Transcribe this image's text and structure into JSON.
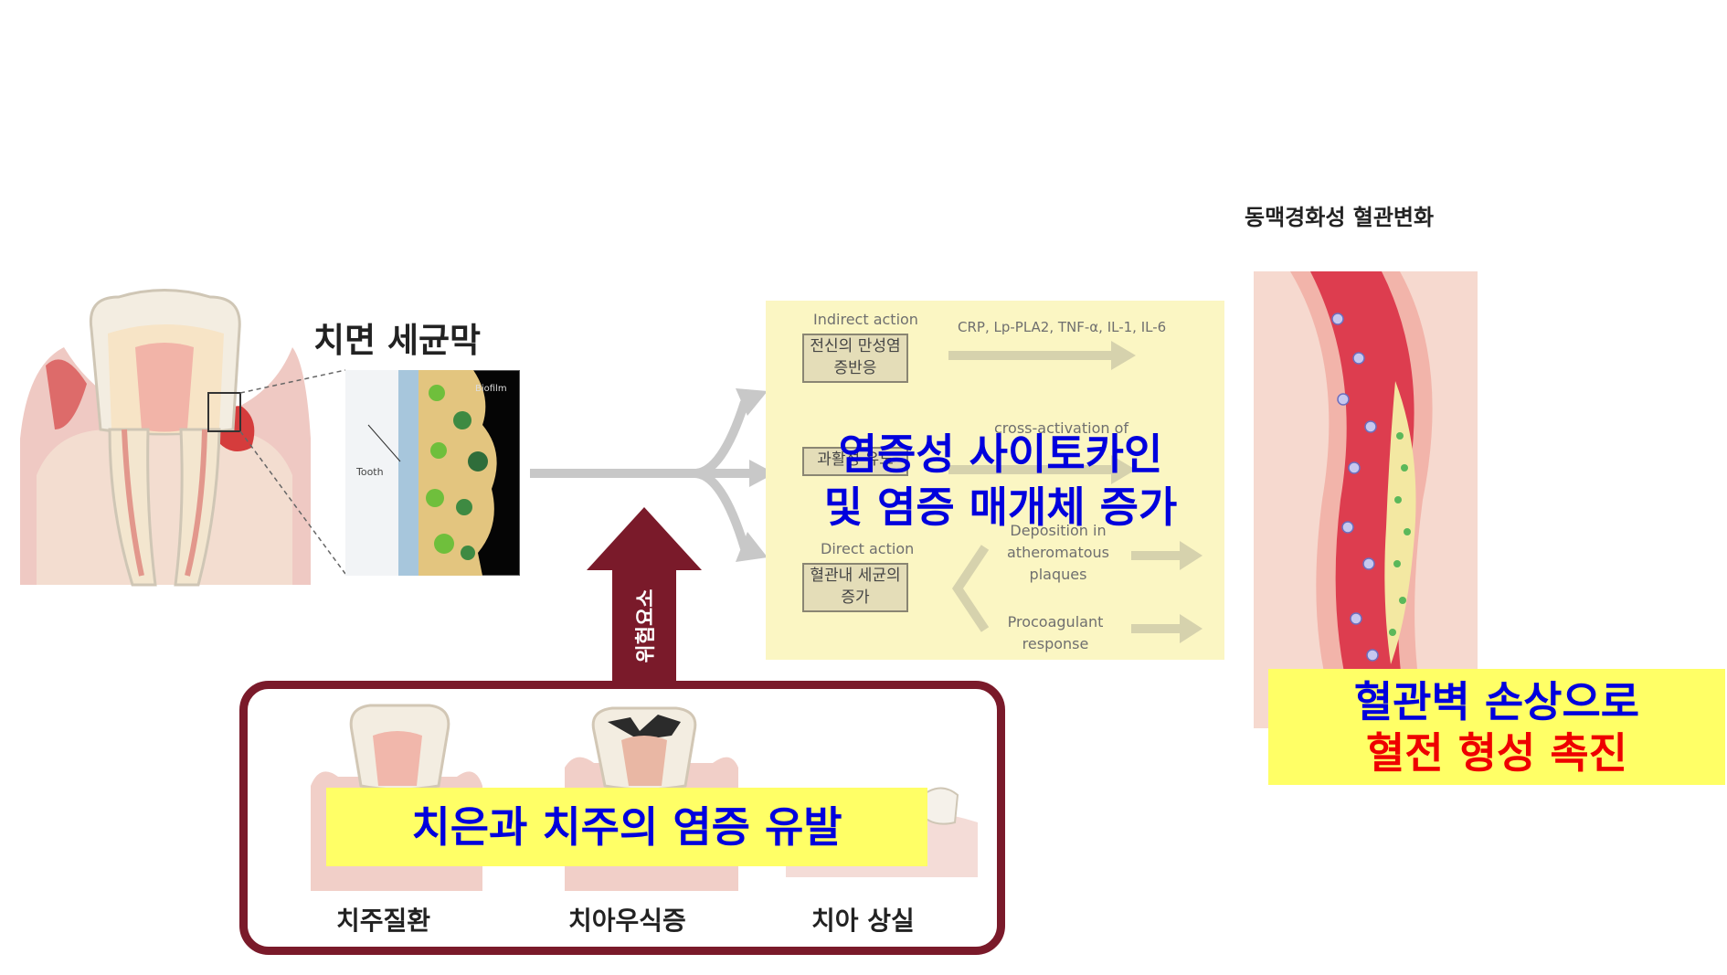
{
  "tooth_section": {
    "biofilm_title": "치면 세균막",
    "tooth_label": "Tooth",
    "biofilm_label": "Biofilm"
  },
  "risk": {
    "arrow_label": "위험요소",
    "items": [
      "치주질환",
      "치아우식증",
      "치아 상실"
    ],
    "highlight": "치은과 치주의 염증 유발"
  },
  "pathway": {
    "indirect_action": "Indirect action",
    "box1": "전신의 만성염증반응",
    "markers": "CRP, Lp-PLA2, TNF-α, IL-1, IL-6",
    "cross_activation": "cross-activation of",
    "box2": "과활성 유도",
    "direct_action": "Direct action",
    "box3": "혈관내 세균의 증가",
    "deposition": "Deposition in atheromatous plaques",
    "procoagulant": "Procoagulant response",
    "highlight_line1": "염증성 사이토카인",
    "highlight_line2": "및 염증 매개체 증가"
  },
  "vessel": {
    "title": "동맥경화성 혈관변화",
    "highlight_line1": "혈관벽 손상으로",
    "highlight_line2": "혈전 형성 촉진"
  },
  "colors": {
    "highlight_yellow": "#ffff66",
    "panel_yellow": "#fbf6c3",
    "risk_frame": "#7a1a2a",
    "text_blue": "#0000dd",
    "text_red": "#ee0000",
    "flow_gray": "#c8c8c8"
  }
}
